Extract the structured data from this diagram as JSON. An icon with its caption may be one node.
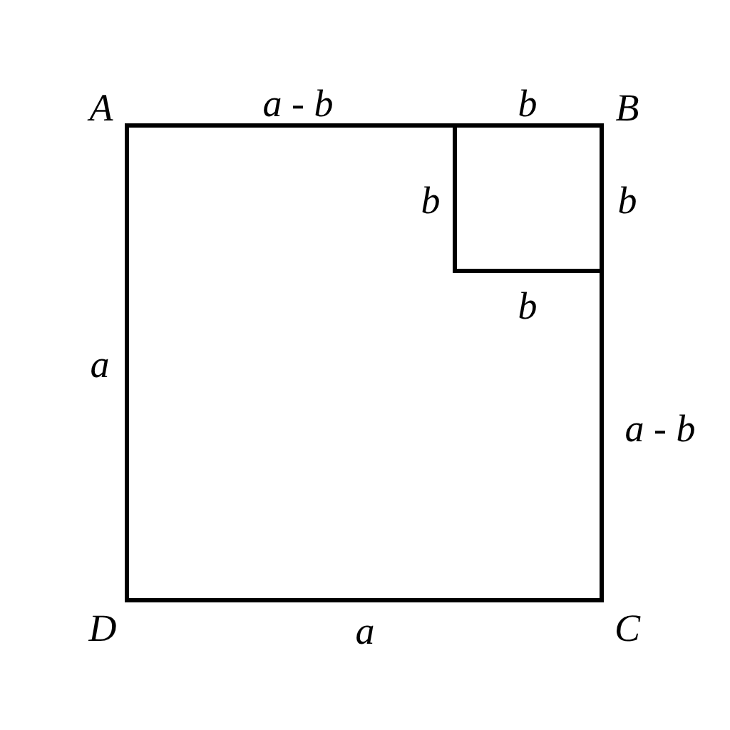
{
  "diagram": {
    "labels": [
      "A",
      "a - b",
      "b",
      "B",
      "b",
      "b",
      "b",
      "a",
      "a - b",
      "D",
      "a",
      "C"
    ]
  }
}
